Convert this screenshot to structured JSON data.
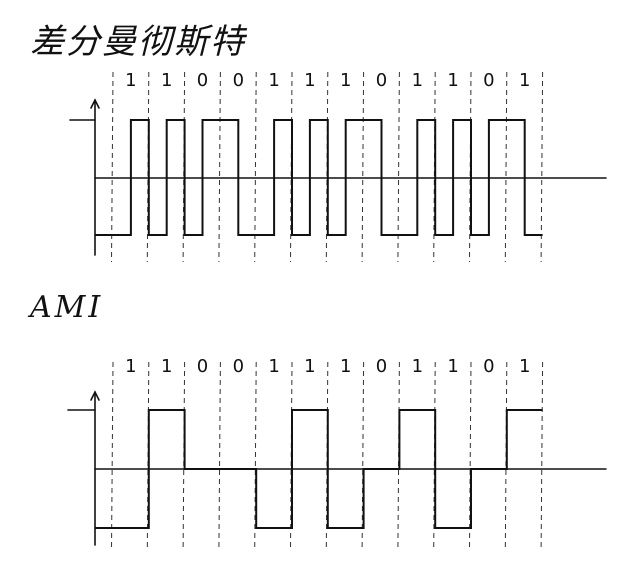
{
  "titles": {
    "differential_manchester": "差分曼彻斯特",
    "ami": "AMI"
  },
  "diagrams": [
    {
      "name": "differential-manchester",
      "bits": [
        "1",
        "1",
        "0",
        "0",
        "1",
        "1",
        "1",
        "0",
        "1",
        "1",
        "0",
        "1"
      ],
      "levels": [
        [
          -1,
          1
        ],
        [
          -1,
          1
        ],
        [
          -1,
          1
        ],
        [
          1,
          -1
        ],
        [
          -1,
          1
        ],
        [
          -1,
          1
        ],
        [
          -1,
          1
        ],
        [
          1,
          -1
        ],
        [
          -1,
          1
        ],
        [
          -1,
          1
        ],
        [
          -1,
          1
        ],
        [
          1,
          -1
        ]
      ]
    },
    {
      "name": "ami",
      "bits": [
        "1",
        "1",
        "0",
        "0",
        "1",
        "1",
        "1",
        "0",
        "1",
        "1",
        "0",
        "1"
      ],
      "levels": [
        [
          -1,
          -1
        ],
        [
          1,
          1
        ],
        [
          0,
          0
        ],
        [
          0,
          0
        ],
        [
          -1,
          -1
        ],
        [
          1,
          1
        ],
        [
          -1,
          -1
        ],
        [
          0,
          0
        ],
        [
          1,
          1
        ],
        [
          -1,
          -1
        ],
        [
          0,
          0
        ],
        [
          1,
          1
        ]
      ]
    }
  ]
}
